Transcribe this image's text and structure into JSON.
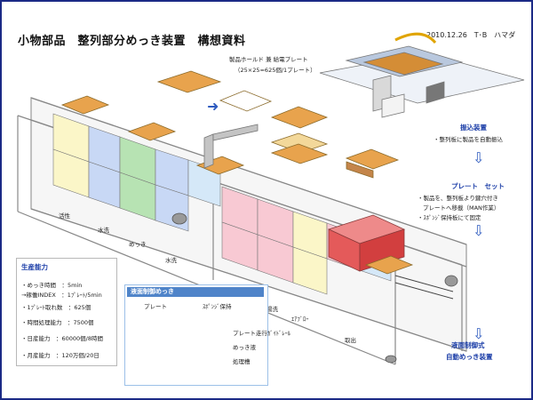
{
  "title": "小物部品　整列部分めっき装置　構想資料",
  "date": "2010.12.26　T･B　ハマダ",
  "holder_label": "製品ホールド 兼 給電プレート",
  "holder_sub": "（25×25=625個/1プレート）",
  "shaker_title": "振込装置",
  "shaker_desc": "・整列板に製品を自動振込",
  "plate_title": "プレート　セット",
  "plate_desc1": "・製品を、整列板より鍵穴付き",
  "plate_desc2": "プレートへ移載（MAN作業）",
  "plate_desc3": "・ｽﾎﾟﾝｼﾞ保持板にて固定",
  "system_title1": "液面制御式",
  "system_title2": "自動めっき装置",
  "station_labels": {
    "activation": "活性",
    "rinse1": "水洗",
    "plating": "めっき",
    "rinse2": "水洗",
    "rinse3": "湯洗",
    "rinse4": "湯洗",
    "airblow": "ｴｱﾌﾞﾛｰ",
    "unload": "取出"
  },
  "production": {
    "title": "生産能力",
    "rows": [
      "・めっき時間　：5min",
      "→稼働INDEX　：1ﾌﾟﾚｰﾄ/5min",
      "・1ﾌﾟﾚｰﾄ取れ数　：625個",
      "・時間処理能力　：7500個",
      "・日産能力　：60000個/8時間",
      "・月産能力　：120万個/20日"
    ]
  },
  "control": {
    "title": "液面制御めっき",
    "plate": "プレート",
    "sponge": "ｽﾎﾟﾝｼﾞ保持",
    "guide": "プレート走行ｶﾞｲﾄﾞﾚｰﾙ",
    "solution": "めっき液",
    "tank": "処理槽"
  }
}
